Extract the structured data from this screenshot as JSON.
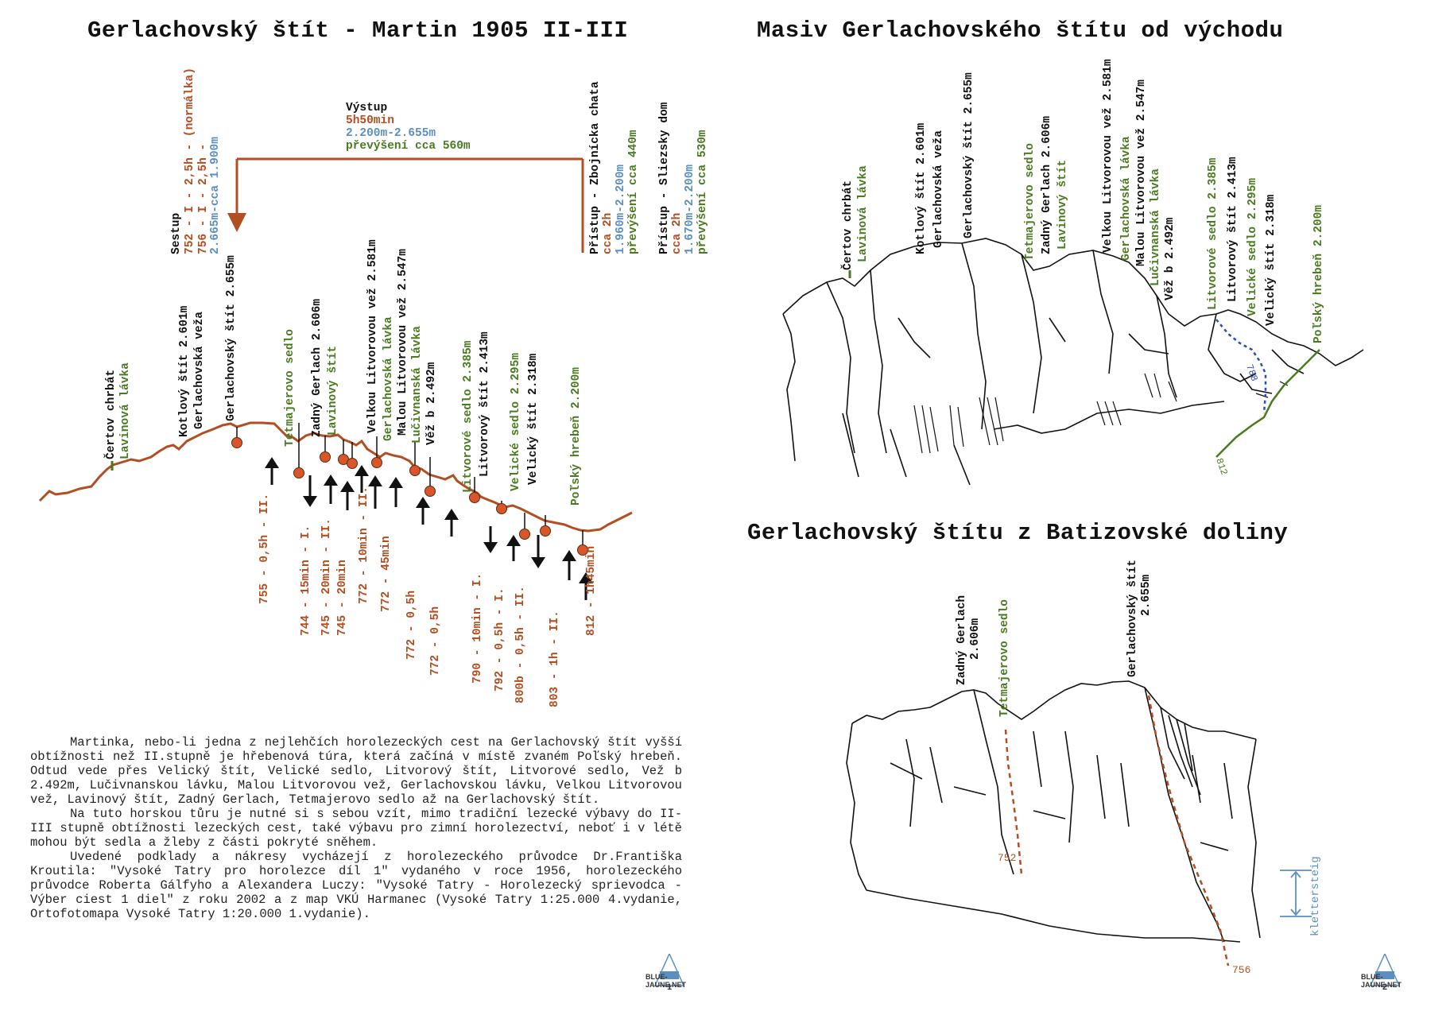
{
  "page1": {
    "title": "Gerlachovský štít - Martin 1905 II-III",
    "vystup": {
      "label": "Výstup",
      "time": "5h50min",
      "altitude": "2.200m-2.655m",
      "elevation": "převýšení cca 560m"
    },
    "sestup": {
      "label": "Sestup",
      "line1": "752 - I - 2,5h - (normálka)",
      "line2": "756 - I - 2,5h -",
      "line3": "2.665m-cca 1.900m"
    },
    "pristup1": {
      "line1": "Přístup - Zbojnícka chata",
      "line2": "cca 2h",
      "line3": "1.960m-2.200m",
      "line4": "převýšení cca 440m"
    },
    "pristup2": {
      "line1": "Přístup - Sliezsky dom",
      "line2": "cca 2h",
      "line3": "1.670m-2.200m",
      "line4": "převýšení cca 530m"
    },
    "peaks": [
      {
        "name": "Čertov chrbát",
        "color": "black"
      },
      {
        "name": "Lavinová lávka",
        "color": "green"
      },
      {
        "name": "Kotlový štít 2.601m",
        "color": "black"
      },
      {
        "name": "Gerlachovská veža",
        "color": "black"
      },
      {
        "name": "Gerlachovský štít 2.655m",
        "color": "black"
      },
      {
        "name": "Tetmajerovo sedlo",
        "color": "green"
      },
      {
        "name": "Zadný Gerlach 2.606m",
        "color": "black"
      },
      {
        "name": "Lavinový štít",
        "color": "green"
      },
      {
        "name": "Velkou Litvorovou vež 2.581m",
        "color": "black"
      },
      {
        "name": "Gerlachovská lávka",
        "color": "green"
      },
      {
        "name": "Malou Litvorovou vež 2.547m",
        "color": "black"
      },
      {
        "name": "Lučivnanská lávka",
        "color": "green"
      },
      {
        "name": "Věž b 2.492m",
        "color": "black"
      },
      {
        "name": "Litvorové sedlo 2.385m",
        "color": "green"
      },
      {
        "name": "Litvorový štít 2.413m",
        "color": "black"
      },
      {
        "name": "Velické sedlo 2.295m",
        "color": "green"
      },
      {
        "name": "Velický štít 2.318m",
        "color": "black"
      },
      {
        "name": "Poľský hrebeň 2.200m",
        "color": "green"
      }
    ],
    "routes": [
      "755 - 0,5h - II.",
      "744 - 15min - I.",
      "745 - 20min - II.",
      "745 - 20min",
      "772 - 10min - II.",
      "772 - 45min",
      "772 - 0,5h",
      "772 - 0,5h",
      "790 - 10min - I.",
      "792 - 0,5h - I.",
      "800b - 0,5h - II.",
      "803 - 1h - II.",
      "812 - 1h45min"
    ],
    "paragraph": {
      "p1": "Martinka, nebo-li jedna z nejlehčích horolezeckých cest na Gerlachovský štít vyšší obtížnosti než II.stupně je hřebenová túra, která začíná v místě zvaném Poľský hrebeň. Odtud vede přes Velický štít, Velické sedlo, Litvorový štít, Litvorové sedlo, Vež b 2.492m, Lučivnanskou lávku, Malou Litvorovou vež, Gerlachovskou lávku, Velkou Litvorovou vež, Lavinový štít, Zadný Gerlach, Tetmajerovo sedlo až na Gerlachovský štít.",
      "p2": "Na tuto horskou tůru je nutné si s sebou vzít, mimo tradiční lezecké výbavy do II-III stupně obtížnosti lezeckých cest, také výbavu pro zimní horolezectví, neboť i v létě mohou být sedla a žleby z části pokryté sněhem.",
      "p3": "Uvedené podklady a nákresy vycházejí z horolezeckého průvodce Dr.Františka Kroutila: \"Vysoké Tatry pro horolezce díl 1\" vydaného v roce 1956, horolezeckého průvodce Roberta Gálfyho a Alexandera Luczy: \"Vysoké Tatry - Horolezecký sprievodca - Výber ciest 1 diel\" z roku 2002 a z map VKÚ Harmanec (Vysoké Tatry 1:25.000 4.vydanie, Ortofotomapa Vysoké Tatry 1:20.000 1.vydanie)."
    },
    "logo": {
      "text": "BLUE-JAUNE.NET",
      "page": "1"
    }
  },
  "page2": {
    "title_top": "Masiv Gerlachovského štítu od východu",
    "title_bottom": "Gerlachovský štítu z Batizovské doliny",
    "peaks_top": [
      {
        "name": "Čertov chrbát",
        "color": "black"
      },
      {
        "name": "Lavinová lávka",
        "color": "green"
      },
      {
        "name": "Kotlový štít 2.601m",
        "color": "black"
      },
      {
        "name": "Gerlachovská veža",
        "color": "black"
      },
      {
        "name": "Gerlachovský štít 2.655m",
        "color": "black"
      },
      {
        "name": "Tetmajerovo sedlo",
        "color": "green"
      },
      {
        "name": "Zadný Gerlach 2.606m",
        "color": "black"
      },
      {
        "name": "Lavinový štít",
        "color": "green"
      },
      {
        "name": "Velkou Litvorovou vež 2.581m",
        "color": "black"
      },
      {
        "name": "Gerlachovská lávka",
        "color": "green"
      },
      {
        "name": "Malou Litvorovou vež 2.547m",
        "color": "black"
      },
      {
        "name": "Lučivnanská lávka",
        "color": "green"
      },
      {
        "name": "Věž b 2.492m",
        "color": "black"
      },
      {
        "name": "Litvorové sedlo 2.385m",
        "color": "green"
      },
      {
        "name": "Litvorový štít 2.413m",
        "color": "black"
      },
      {
        "name": "Velické sedlo 2.295m",
        "color": "green"
      },
      {
        "name": "Velický štít 2.318m",
        "color": "black"
      },
      {
        "name": "Poľský hrebeň 2.200m",
        "color": "green"
      }
    ],
    "route_top_blue": "788",
    "route_top_green": "812",
    "peaks_bottom": [
      {
        "name1": "Zadný Gerlach",
        "name2": "2.606m",
        "color": "black"
      },
      {
        "name1": "Tetmajerovo sedlo",
        "name2": "",
        "color": "green"
      },
      {
        "name1": "Gerlachovský štít",
        "name2": "2.655m",
        "color": "black"
      }
    ],
    "route_bottom_a": "752",
    "route_bottom_b": "756",
    "klettersteig": "klettersteig",
    "logo": {
      "text": "BLUE-JAUNE.NET",
      "page": "2"
    }
  }
}
